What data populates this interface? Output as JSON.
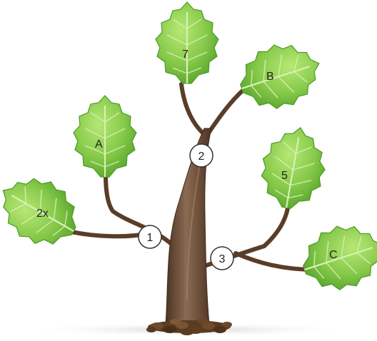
{
  "leaves": [
    {
      "id": "7",
      "label": "7"
    },
    {
      "id": "B",
      "label": "B"
    },
    {
      "id": "A",
      "label": "A"
    },
    {
      "id": "5",
      "label": "5"
    },
    {
      "id": "2x",
      "label": "2x"
    },
    {
      "id": "C",
      "label": "C"
    }
  ],
  "nodes": [
    {
      "id": "1",
      "label": "1"
    },
    {
      "id": "2",
      "label": "2"
    },
    {
      "id": "3",
      "label": "3"
    }
  ],
  "colors": {
    "leaf_light": "#a6dc62",
    "leaf_dark": "#56a82a",
    "leaf_vein": "#d7f0b4",
    "trunk_light": "#8c6b52",
    "trunk_dark": "#4d3626",
    "soil": "#5a3c22",
    "node_fill": "#ffffff",
    "node_stroke": "#333333"
  }
}
